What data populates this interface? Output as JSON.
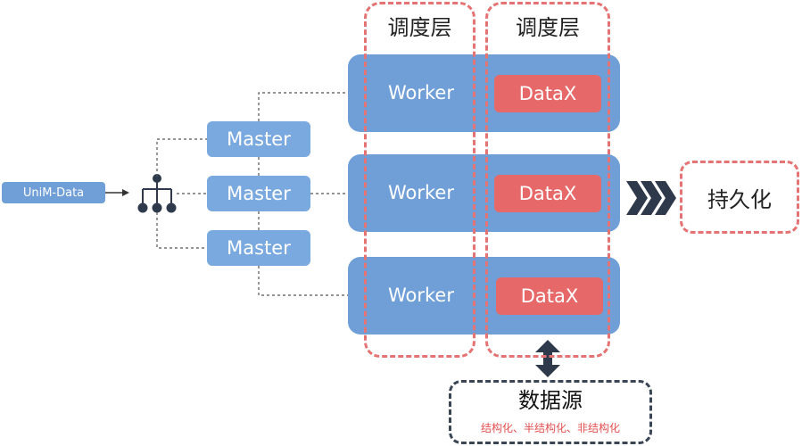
{
  "source": {
    "label": "UniM-Data"
  },
  "masters": [
    {
      "label": "Master"
    },
    {
      "label": "Master"
    },
    {
      "label": "Master"
    }
  ],
  "columns": [
    {
      "title": "调度层"
    },
    {
      "title": "调度层"
    }
  ],
  "workers": [
    {
      "label": "Worker",
      "engine": "DataX"
    },
    {
      "label": "Worker",
      "engine": "DataX"
    },
    {
      "label": "Worker",
      "engine": "DataX"
    }
  ],
  "persistence": {
    "label": "持久化"
  },
  "datasource": {
    "title": "数据源",
    "subtitle": "结构化、半结构化、非结构化"
  },
  "colors": {
    "blue": "#6f9fd6",
    "master_blue": "#79a9df",
    "red": "#e66868",
    "dash_red": "#e57373",
    "dark": "#2e3a4b"
  }
}
